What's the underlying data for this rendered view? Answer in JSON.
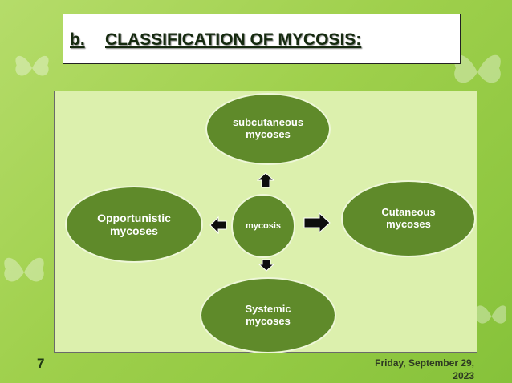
{
  "title": {
    "prefix": "b.",
    "text": "CLASSIFICATION OF MYCOSIS:"
  },
  "diagram": {
    "center": "mycosis",
    "top": "subcutaneous\nmycoses",
    "right": "Cutaneous\nmycoses",
    "bottom": "Systemic\nmycoses",
    "left": "Opportunistic\nmycoses"
  },
  "footer": {
    "slide_number": "7",
    "date": "Friday, September 29,\n2023"
  },
  "colors": {
    "node_fill": "#5f8a2a",
    "panel_fill": "#dcf0ad",
    "background": "#9fd04c"
  }
}
